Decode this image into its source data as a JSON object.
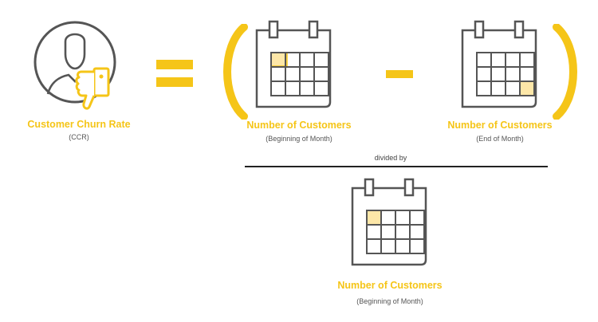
{
  "colors": {
    "accent": "#f5c518",
    "stroke": "#555555",
    "text_sub": "#555555"
  },
  "icons": [
    "user-thumbs-down-icon",
    "calendar-icon"
  ],
  "ccr": {
    "title": "Customer Churn Rate",
    "subtitle": "(CCR)"
  },
  "operators": {
    "equals": "=",
    "minus": "-"
  },
  "begin_block": {
    "title": "Number of Customers",
    "subtitle": "(Beginning of Month)"
  },
  "end_block": {
    "title": "Number of Customers",
    "subtitle": "(End of Month)"
  },
  "divided_by": "divided by",
  "denominator": {
    "title": "Number of Customers",
    "subtitle": "(Beginning of Month)"
  }
}
